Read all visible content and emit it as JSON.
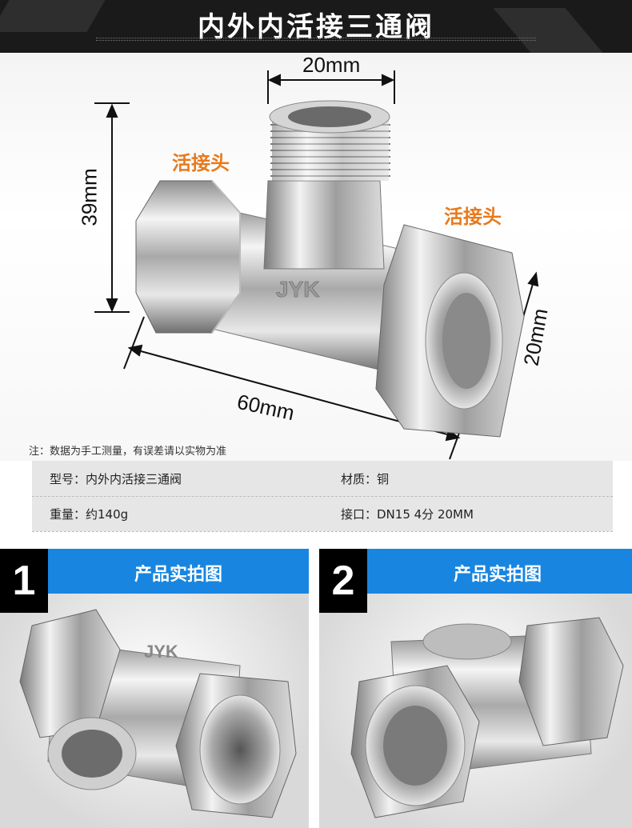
{
  "header": {
    "title": "内外内活接三通阀"
  },
  "hero": {
    "dimensions": {
      "top_width": "20mm",
      "height": "39mm",
      "side_width": "20mm",
      "length": "60mm"
    },
    "labels": {
      "left_union": "活接头",
      "right_union": "活接头"
    },
    "logo_text": "JYK",
    "note": "注：数据为手工测量，有误差请以实物为准"
  },
  "specs": {
    "rows": [
      {
        "left": "型号：内外内活接三通阀",
        "right": "材质：铜"
      },
      {
        "left": "重量：约140g",
        "right": "接口：DN15 4分 20MM"
      }
    ]
  },
  "panels": [
    {
      "number": "1",
      "caption": "产品实拍图"
    },
    {
      "number": "2",
      "caption": "产品实拍图"
    }
  ],
  "colors": {
    "accent_blue": "#1886e0",
    "label_orange": "#e87a1c",
    "banner": "#1a1a1a"
  }
}
